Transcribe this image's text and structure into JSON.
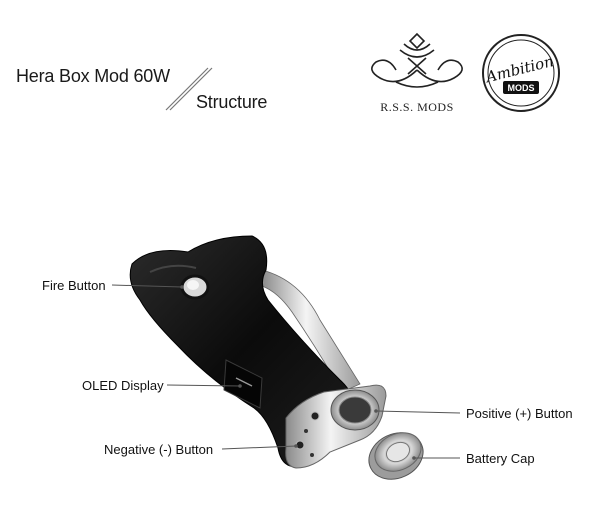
{
  "header": {
    "title": "Hera Box Mod 60W",
    "subtitle": "Structure"
  },
  "brands": {
    "rss_caption": "R.S.S. MODS",
    "ambition_script": "Ambition",
    "ambition_mods": "MODS"
  },
  "callouts": {
    "fire_button": "Fire Button",
    "oled_display": "OLED Display",
    "negative_button": "Negative (-) Button",
    "positive_button": "Positive (+) Button",
    "battery_cap": "Battery Cap"
  },
  "colors": {
    "body": "#0d0d0d",
    "metal": "#c9c9c9",
    "leader_line": "#555555"
  }
}
